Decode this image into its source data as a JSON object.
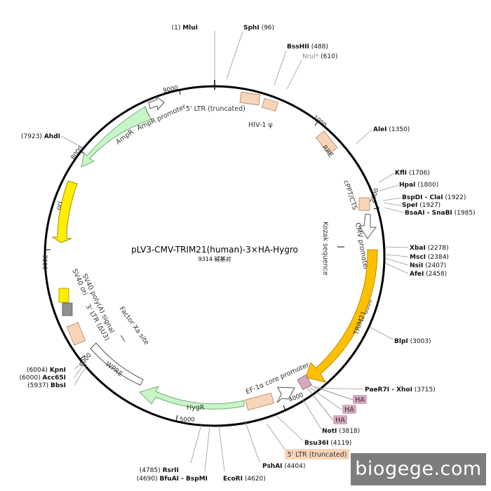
{
  "plasmid": {
    "name": "pLV3-CMV-TRIM21(human)-3×HA-Hygro",
    "size_label": "9314 碱基对",
    "total_bp": 9314
  },
  "ticks": [
    "1000",
    "2000",
    "3000",
    "4000",
    "5000",
    "6000",
    "7000",
    "8000",
    "9000"
  ],
  "sites": [
    {
      "name": "MluI",
      "pos": "(1)"
    },
    {
      "name": "SphI",
      "pos": "(96)"
    },
    {
      "name": "BssHII",
      "pos": "(488)"
    },
    {
      "name": "NruI*",
      "pos": "(610)"
    },
    {
      "name": "AleI",
      "pos": "(1350)"
    },
    {
      "name": "KflI",
      "pos": "(1706)"
    },
    {
      "name": "HpaI",
      "pos": "(1800)"
    },
    {
      "name": "BspDI - ClaI",
      "pos": "(1922)"
    },
    {
      "name": "SpeI",
      "pos": "(1927)"
    },
    {
      "name": "BsaAI - SnaBI",
      "pos": "(1985)"
    },
    {
      "name": "XbaI",
      "pos": "(2278)"
    },
    {
      "name": "MscI",
      "pos": "(2384)"
    },
    {
      "name": "NsiI",
      "pos": "(2407)"
    },
    {
      "name": "AfeI",
      "pos": "(2458)"
    },
    {
      "name": "BlpI",
      "pos": "(3003)"
    },
    {
      "name": "PaeR7I - XhoI",
      "pos": "(3715)"
    },
    {
      "name": "NotI",
      "pos": "(3818)"
    },
    {
      "name": "Bsu36I",
      "pos": "(4119)"
    },
    {
      "name": "PshAI",
      "pos": "(4404)"
    },
    {
      "name": "EcoRI",
      "pos": "(4620)"
    },
    {
      "name": "BfuAI - BspMI",
      "pos": "(4690)"
    },
    {
      "name": "RsrII",
      "pos": "(4785)"
    },
    {
      "name": "BbsI",
      "pos": "(5937)"
    },
    {
      "name": "Acc65I",
      "pos": "(6000)"
    },
    {
      "name": "KpnI",
      "pos": "(6004)"
    },
    {
      "name": "AhdI",
      "pos": "(7923)"
    }
  ],
  "features": {
    "ltr5": "5' LTR (truncated)",
    "hiv": "HIV-1 ψ",
    "rre": "RRE",
    "cppt": "cPPT/CTS",
    "cmv": "CMV promoter",
    "kozak": "Kozak sequence",
    "trim21": "TRIM21",
    "ha1": "HA",
    "ha2": "HA",
    "ha3": "HA",
    "ef1a": "EF-1α core promoter",
    "hygr": "HygR",
    "wpre": "WPRE",
    "factorxa": "Factor Xa site",
    "ltr3": "3' LTR (ΔU3)",
    "sv40pa": "SV40 poly(A) signal",
    "sv40ori": "SV40 ori",
    "ori": "ori",
    "ampr": "AmpR",
    "amprprom": "AmpR promoter"
  },
  "callout": "5' LTR (truncated)",
  "colors": {
    "backbone": "#000000",
    "ltr": "#f8d5b8",
    "promoter": "#ffffff",
    "trim21": "#ffc000",
    "resistance": "#c8f5c8",
    "ori": "#ffee00",
    "ha": "#d8a8c0",
    "sv40ori": "#909090"
  },
  "watermark": "biogege.com"
}
